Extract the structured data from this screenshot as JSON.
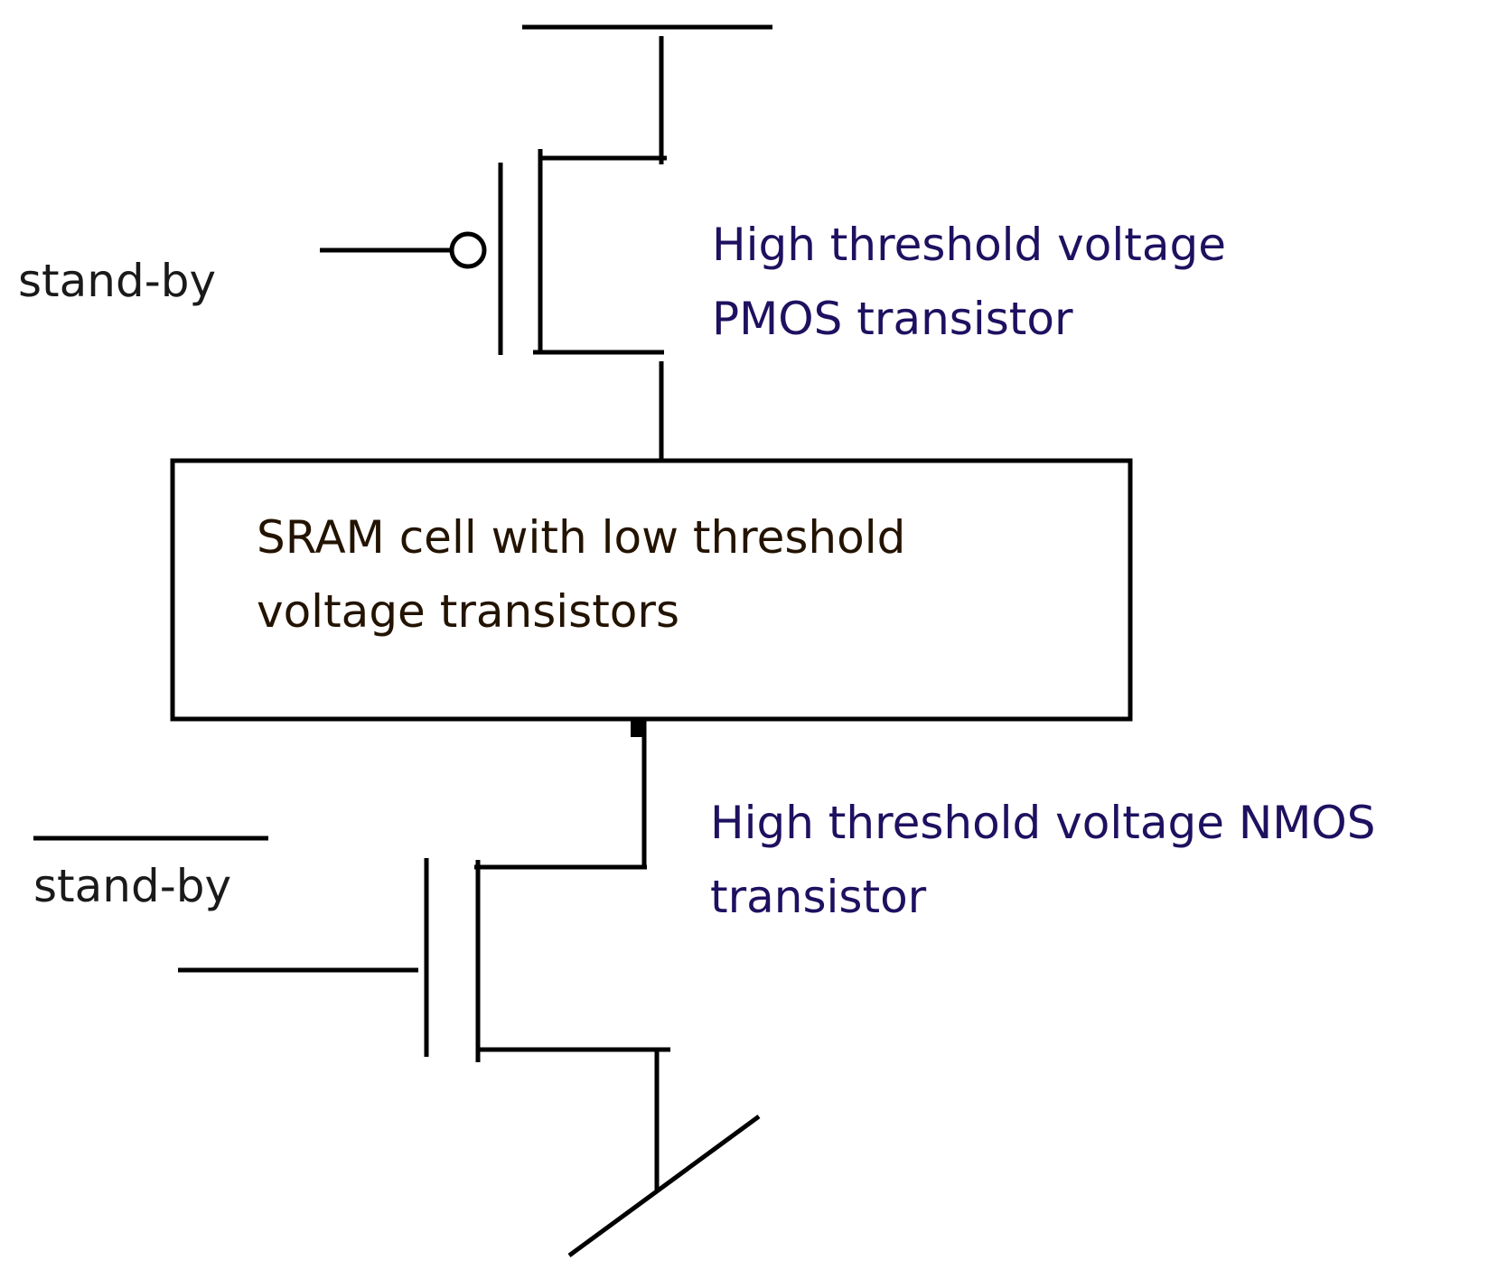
{
  "labels": {
    "standby_top": "stand-by",
    "standby_bottom": "stand-by",
    "pmos_line1": "High threshold voltage",
    "pmos_line2": "PMOS transistor",
    "sram_line1": "SRAM cell with low threshold",
    "sram_line2": "voltage transistors",
    "nmos_line1": "High threshold voltage NMOS",
    "nmos_line2": "transistor"
  },
  "colors": {
    "wire": "#000000",
    "device_text": "#1f1060",
    "cell_text": "#231300"
  }
}
